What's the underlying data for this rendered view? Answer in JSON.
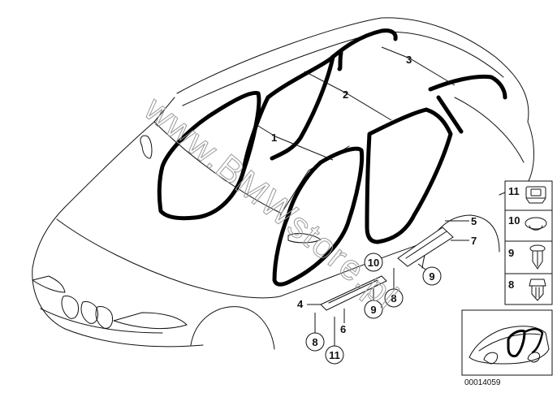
{
  "watermark": "www.BMWstore.pl",
  "labels": {
    "p1": "1",
    "p2": "2",
    "p3": "3",
    "p4": "4",
    "p5": "5",
    "p6": "6",
    "p7": "7",
    "c8a": "8",
    "c8b": "8",
    "c9a": "9",
    "c9b": "9",
    "c10": "10",
    "c11": "11"
  },
  "legend": [
    {
      "num": "11",
      "icon": "clip-square-icon"
    },
    {
      "num": "10",
      "icon": "plug-round-icon"
    },
    {
      "num": "9",
      "icon": "expanding-rivet-icon"
    },
    {
      "num": "8",
      "icon": "clip-nut-icon"
    }
  ],
  "drawing_code": "00014059"
}
